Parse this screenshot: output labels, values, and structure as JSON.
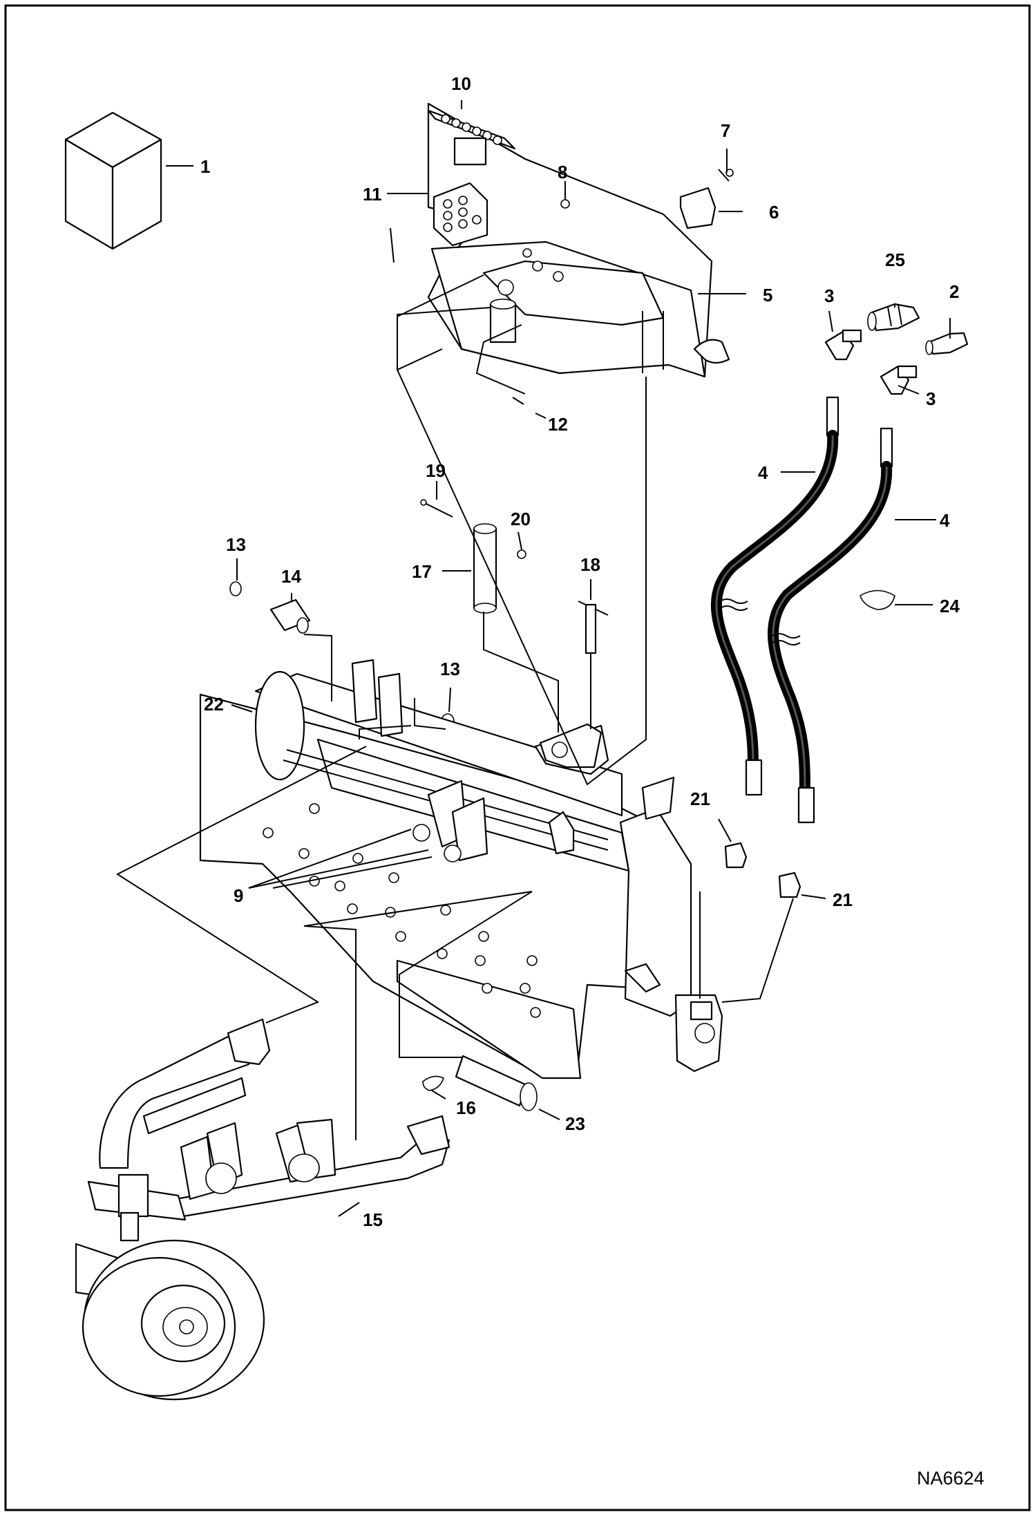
{
  "figure_id": "NA6624",
  "callouts": [
    {
      "key": "c1",
      "label": "1"
    },
    {
      "key": "c2",
      "label": "2"
    },
    {
      "key": "c3a",
      "label": "3"
    },
    {
      "key": "c3b",
      "label": "3"
    },
    {
      "key": "c4a",
      "label": "4"
    },
    {
      "key": "c4b",
      "label": "4"
    },
    {
      "key": "c5",
      "label": "5"
    },
    {
      "key": "c6",
      "label": "6"
    },
    {
      "key": "c7",
      "label": "7"
    },
    {
      "key": "c8",
      "label": "8"
    },
    {
      "key": "c9",
      "label": "9"
    },
    {
      "key": "c10",
      "label": "10"
    },
    {
      "key": "c11",
      "label": "11"
    },
    {
      "key": "c12",
      "label": "12"
    },
    {
      "key": "c13a",
      "label": "13"
    },
    {
      "key": "c13b",
      "label": "13"
    },
    {
      "key": "c14",
      "label": "14"
    },
    {
      "key": "c15",
      "label": "15"
    },
    {
      "key": "c16",
      "label": "16"
    },
    {
      "key": "c17",
      "label": "17"
    },
    {
      "key": "c18",
      "label": "18"
    },
    {
      "key": "c19",
      "label": "19"
    },
    {
      "key": "c20",
      "label": "20"
    },
    {
      "key": "c21a",
      "label": "21"
    },
    {
      "key": "c21b",
      "label": "21"
    },
    {
      "key": "c22",
      "label": "22"
    },
    {
      "key": "c23",
      "label": "23"
    },
    {
      "key": "c24",
      "label": "24"
    },
    {
      "key": "c25",
      "label": "25"
    }
  ]
}
